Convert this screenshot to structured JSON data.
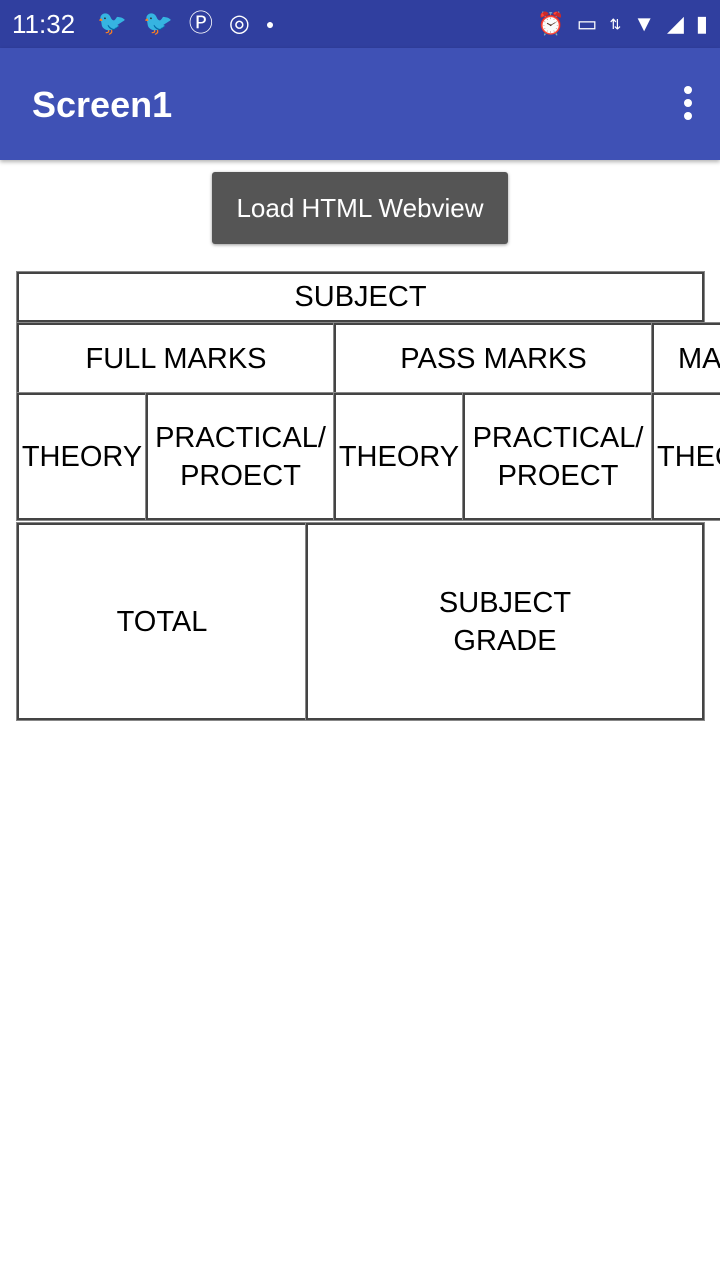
{
  "status_bar": {
    "time": "11:32",
    "icons": [
      "twitter-icon",
      "twitter-icon",
      "pinterest-icon",
      "instagram-icon",
      "dot-icon",
      "alarm-icon",
      "cast-icon",
      "data-arrows-icon",
      "wifi-icon",
      "signal-icon",
      "battery-icon"
    ]
  },
  "app_bar": {
    "title": "Screen1"
  },
  "button": {
    "label": "Load HTML Webview"
  },
  "table": {
    "subject": "SUBJECT",
    "groups": [
      "FULL MARKS",
      "PASS MARKS",
      "MA"
    ],
    "subheaders": [
      "THEORY",
      "PRACTICAL/\nPROECT",
      "THEORY",
      "PRACTICAL/\nPROECT",
      "THEO"
    ],
    "total": "TOTAL",
    "grade": "SUBJECT\nGRADE"
  }
}
